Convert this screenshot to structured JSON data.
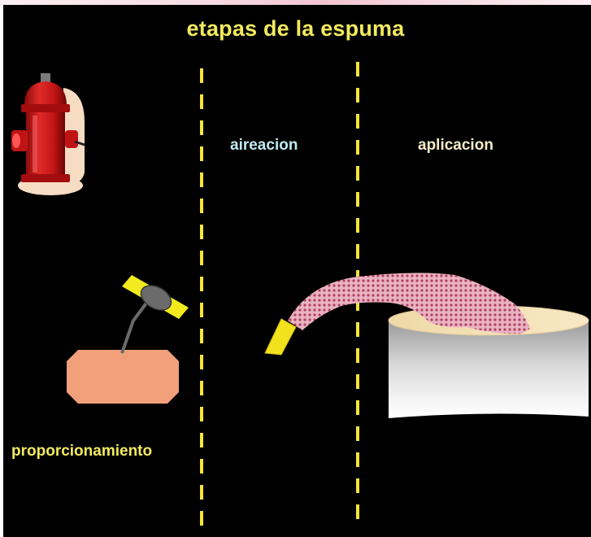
{
  "diagram": {
    "title": "etapas de la espuma",
    "stages": [
      {
        "label": "proporcionamiento"
      },
      {
        "label": "aireacion"
      },
      {
        "label": "aplicacion"
      }
    ]
  },
  "colors": {
    "background": "#000000",
    "title": "#f2ea5e",
    "divider": "#f5e63a",
    "aireacion_label": "#bfeaf2",
    "aplicacion_label": "#f4ecc6",
    "proporcionamiento_label": "#f2ea5e",
    "tank": "#f2a07c",
    "hydrant": "#cc1616",
    "foam": "#e6a6b8"
  },
  "icons": [
    "fire-hydrant-icon",
    "proportioner-tank-icon",
    "eductor-icon",
    "foam-nozzle-icon",
    "foam-stream-icon",
    "fuel-tank-icon"
  ]
}
